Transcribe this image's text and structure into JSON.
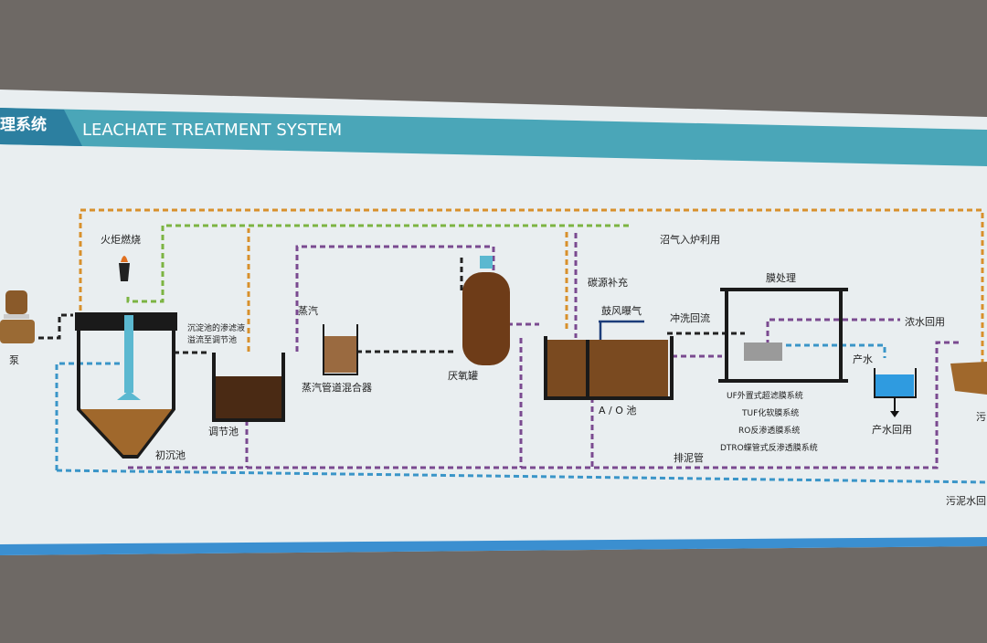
{
  "header": {
    "title_cn": "理系统",
    "title_en": "LEACHATE TREATMENT SYSTEM"
  },
  "labels": {
    "pump": "泵",
    "torch": "火炬燃烧",
    "primary_tank": "初沉池",
    "overflow_note_1": "沉淀池的渗滤液",
    "overflow_note_2": "溢流至调节池",
    "regulating_tank": "调节池",
    "steam": "蒸汽",
    "steam_mixer": "蒸汽管道混合器",
    "anaerobic_tank": "厌氧罐",
    "biogas": "沼气入炉利用",
    "carbon_source": "碳源补充",
    "aeration": "鼓风曝气",
    "ao_tank": "A / O 池",
    "backwash": "冲洗回流",
    "membrane": "膜处理",
    "concentrate_reuse": "浓水回用",
    "product_water": "产水",
    "product_reuse": "产水回用",
    "sludge_pipe": "排泥管",
    "sludge_water": "污泥水回",
    "sludge_cut": "污",
    "membrane_steps": [
      "UF外置式超滤膜系统",
      "TUF化软膜系统",
      "RO反渗透膜系统",
      "DTRO蝶管式反渗透膜系统"
    ]
  },
  "colors": {
    "biogas_line": "#d8902c",
    "gas_line": "#7cb442",
    "sludge_line": "#7a4a90",
    "water_line": "#3a95c8",
    "header": "#4aa6b8"
  }
}
